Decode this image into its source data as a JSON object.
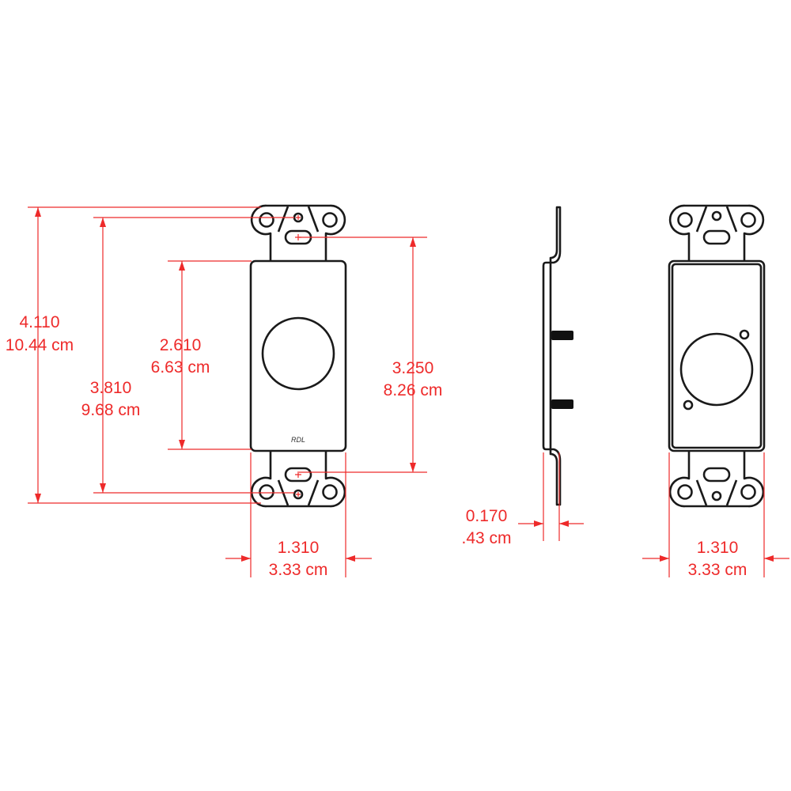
{
  "colors": {
    "dimension": "#ee2a2a",
    "outline": "#1a1a1a"
  },
  "front_view": {
    "brand_mark": "RDL"
  },
  "dimensions": {
    "overall_height": {
      "in": "4.110",
      "cm": "10.44 cm"
    },
    "mount_hole_spacing": {
      "in": "3.810",
      "cm": "9.68 cm"
    },
    "plate_height": {
      "in": "2.610",
      "cm": "6.63 cm"
    },
    "slot_spacing": {
      "in": "3.250",
      "cm": "8.26 cm"
    },
    "front_width": {
      "in": "1.310",
      "cm": "3.33 cm"
    },
    "thickness": {
      "in": "0.170",
      "cm": ".43 cm"
    },
    "back_width": {
      "in": "1.310",
      "cm": "3.33 cm"
    }
  }
}
